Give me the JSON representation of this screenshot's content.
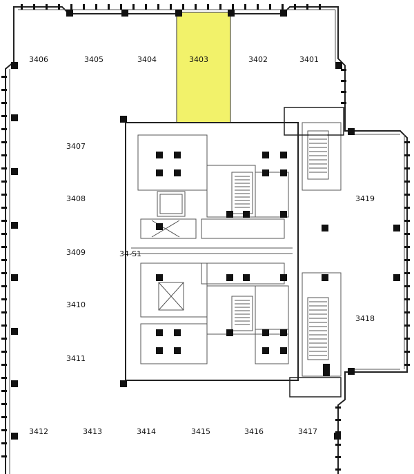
{
  "rooms": {
    "r3401": "3401",
    "r3402": "3402",
    "r3403": "3403",
    "r3404": "3404",
    "r3405": "3405",
    "r3406": "3406",
    "r3407": "3407",
    "r3408": "3408",
    "r3409": "3409",
    "r3410": "3410",
    "r3411": "3411",
    "r3412": "3412",
    "r3413": "3413",
    "r3414": "3414",
    "r3415": "3415",
    "r3416": "3416",
    "r3417": "3417",
    "r3418": "3418",
    "r3419": "3419",
    "r34s1": "34-S1"
  },
  "highlighted_room": "3403",
  "colors": {
    "highlight": "#f2f26a",
    "wall": "#222222",
    "column": "#111111"
  }
}
